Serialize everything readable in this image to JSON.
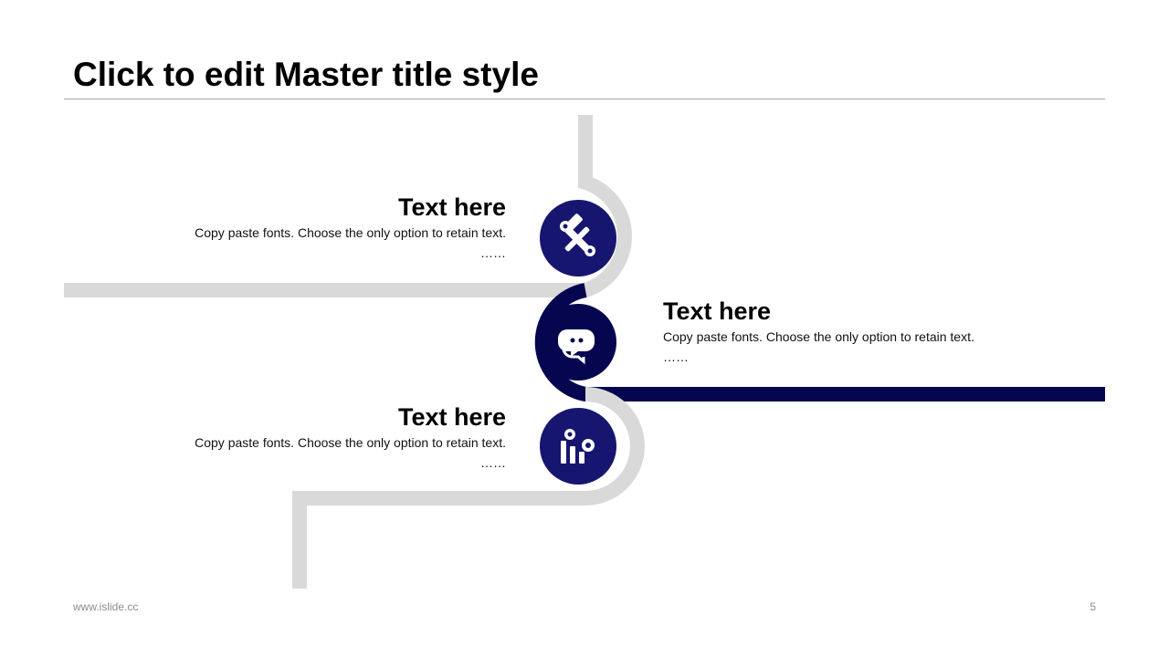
{
  "slide": {
    "title": "Click to edit Master title style",
    "footer_url": "www.islide.cc",
    "page_number": "5"
  },
  "colors": {
    "accent_navy": "#060650",
    "circle_navy": "#161670",
    "track_gray": "#d9d9d9",
    "icon_white": "#ffffff"
  },
  "items": [
    {
      "heading": "Text here",
      "body": "Copy paste fonts. Choose the only option to retain text.",
      "ellipsis": "……",
      "icon": "tools-icon"
    },
    {
      "heading": "Text here",
      "body": "Copy paste fonts. Choose the only option to retain text.",
      "ellipsis": "……",
      "icon": "chat-bubbles-icon"
    },
    {
      "heading": "Text here",
      "body": "Copy paste fonts. Choose the only option to retain text.",
      "ellipsis": "……",
      "icon": "bar-chart-gear-icon"
    }
  ]
}
